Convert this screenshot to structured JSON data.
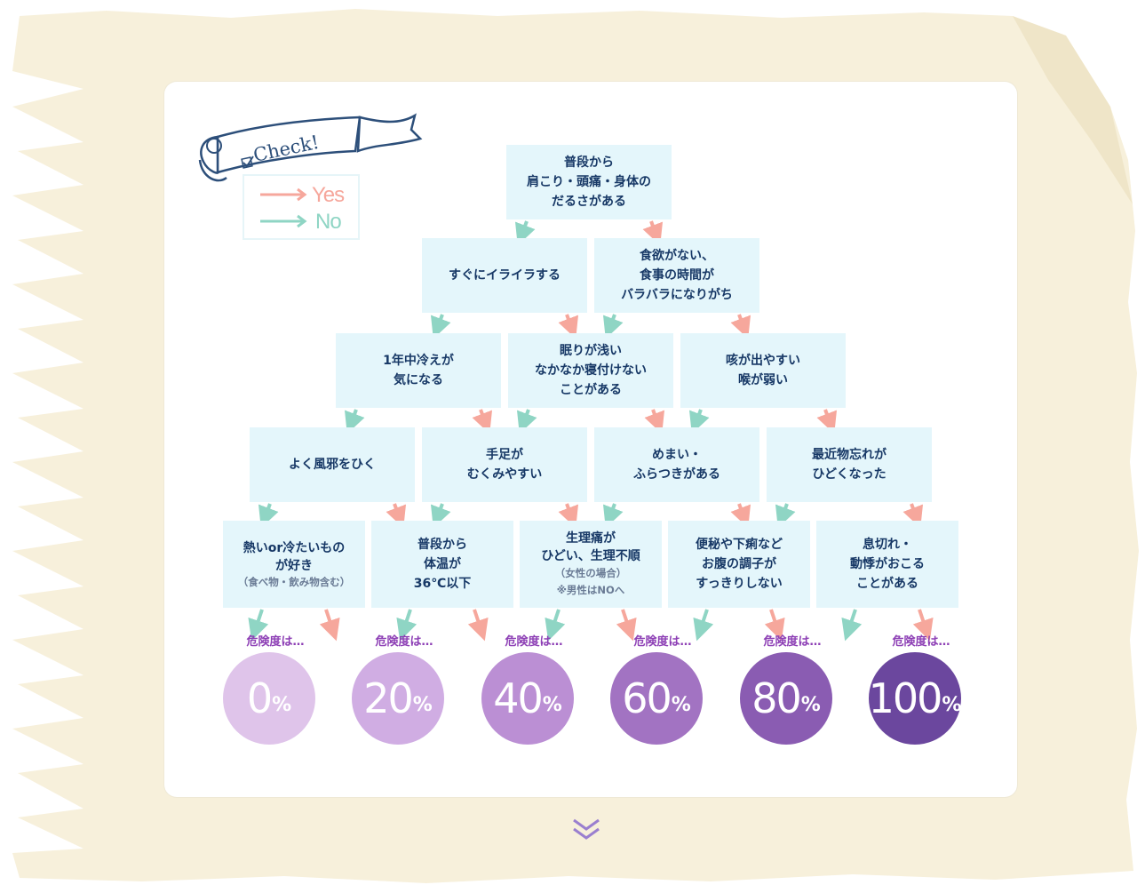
{
  "legend": {
    "banner_text": "Check!",
    "yes_label": "Yes",
    "no_label": "No",
    "yes_color": "#f6a79c",
    "no_color": "#8fd5c4"
  },
  "row1": [
    {
      "line1": "普段から",
      "line2": "肩こり・頭痛・身体の",
      "line3": "だるさがある"
    }
  ],
  "row2": [
    {
      "line1": "すぐにイライラする"
    },
    {
      "line1": "食欲がない、",
      "line2": "食事の時間が",
      "line3": "バラバラになりがち"
    }
  ],
  "row3": [
    {
      "line1": "1年中冷えが",
      "line2": "気になる"
    },
    {
      "line1": "眠りが浅い",
      "line2": "なかなか寝付けない",
      "line3": "ことがある"
    },
    {
      "line1": "咳が出やすい",
      "line2": "喉が弱い"
    }
  ],
  "row4": [
    {
      "line1": "よく風邪をひく"
    },
    {
      "line1": "手足が",
      "line2": "むくみやすい"
    },
    {
      "line1": "めまい・",
      "line2": "ふらつきがある"
    },
    {
      "line1": "最近物忘れが",
      "line2": "ひどくなった"
    }
  ],
  "row5": [
    {
      "line1": "熱いor冷たいもの",
      "line2": "が好き",
      "sub1": "（食べ物・飲み物含む）"
    },
    {
      "line1": "普段から",
      "line2": "体温が",
      "line3": "36℃以下"
    },
    {
      "line1": "生理痛が",
      "line2": "ひどい、生理不順",
      "sub1": "（女性の場合）",
      "sub2": "※男性はNOへ"
    },
    {
      "line1": "便秘や下痢など",
      "line2": "お腹の調子が",
      "line3": "すっきりしない"
    },
    {
      "line1": "息切れ・",
      "line2": "動悸がおこる",
      "line3": "ことがある"
    }
  ],
  "results": [
    {
      "label": "危険度は…",
      "value": "0",
      "unit": "%",
      "color": "#dfc4ea"
    },
    {
      "label": "危険度は…",
      "value": "20",
      "unit": "%",
      "color": "#d0ade3"
    },
    {
      "label": "危険度は…",
      "value": "40",
      "unit": "%",
      "color": "#bb8fd4"
    },
    {
      "label": "危険度は…",
      "value": "60",
      "unit": "%",
      "color": "#a273c2"
    },
    {
      "label": "危険度は…",
      "value": "80",
      "unit": "%",
      "color": "#8a5cb2"
    },
    {
      "label": "危険度は…",
      "value": "100",
      "unit": "%",
      "color": "#6b479e"
    }
  ],
  "background_color": "#f7f0db",
  "scroll_icon": "double-chevron-down-icon"
}
